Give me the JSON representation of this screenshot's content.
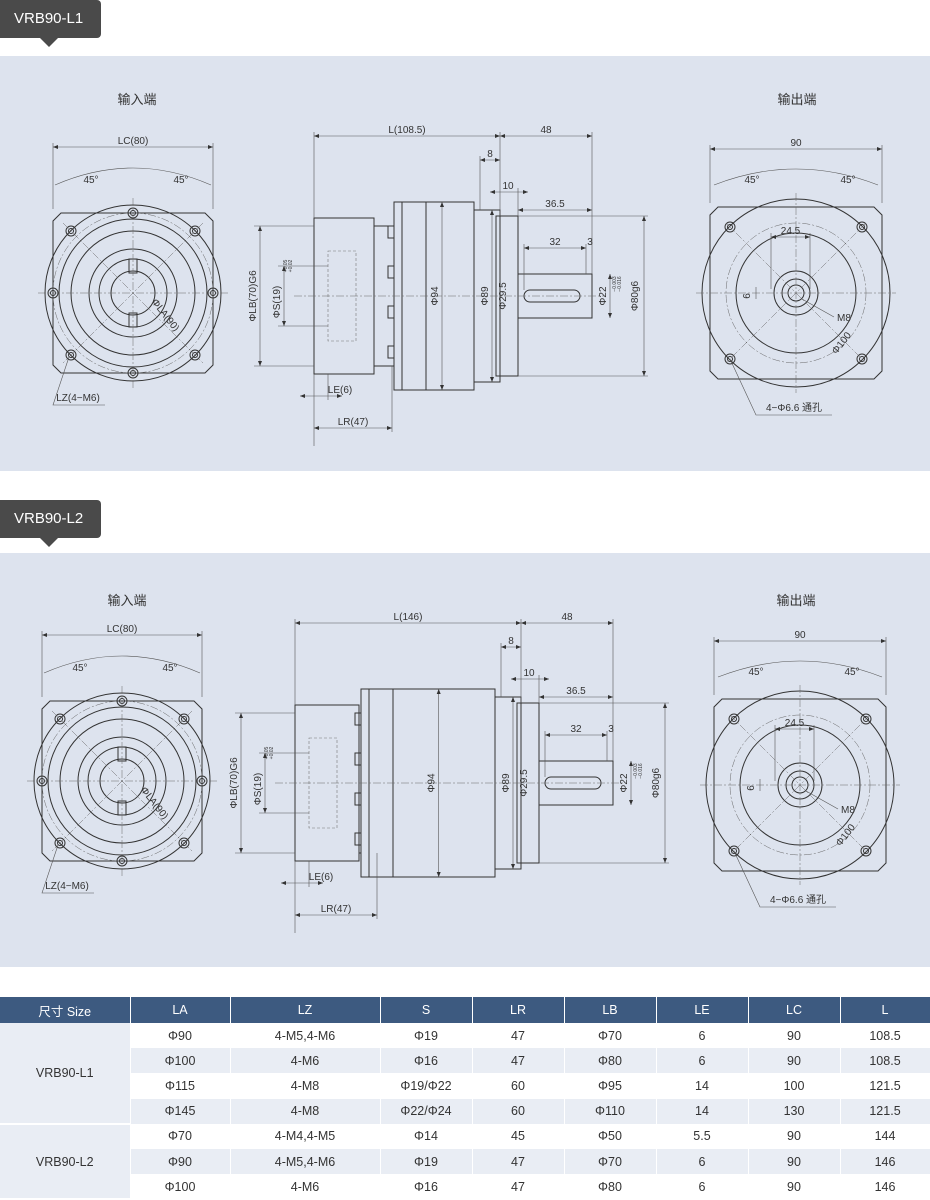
{
  "sections": [
    {
      "model": "VRB90-L1",
      "input_label": "输入端",
      "output_label": "输出端",
      "dims": {
        "lc": "LC(80)",
        "a45": "45°",
        "la": "ΦLA(90)",
        "lz": "LZ(4−M6)",
        "l": "L(108.5)",
        "d48": "48",
        "d8": "8",
        "d10": "10",
        "d365": "36.5",
        "d32": "32",
        "d3": "3",
        "d94": "Φ94",
        "d89": "Φ89",
        "d295": "Φ29.5",
        "d22": "Φ22",
        "d22tol_up": "−0.003",
        "d22tol_dn": "−0.016",
        "d80": "Φ80g6",
        "lb": "ΦLB(70)G6",
        "s": "ΦS(19)",
        "stol_up": "+0.05",
        "stol_dn": "+0.02",
        "le": "LE(6)",
        "lr": "LR(47)",
        "o90": "90",
        "o245": "24.5",
        "o6": "6",
        "om8": "M8",
        "o100": "Φ100",
        "ohole": "4−Φ6.6 通孔"
      }
    },
    {
      "model": "VRB90-L2",
      "input_label": "输入端",
      "output_label": "输出端",
      "dims": {
        "lc": "LC(80)",
        "a45": "45°",
        "la": "ΦLA(90)",
        "lz": "LZ(4−M6)",
        "l": "L(146)",
        "d48": "48",
        "d8": "8",
        "d10": "10",
        "d365": "36.5",
        "d32": "32",
        "d3": "3",
        "d94": "Φ94",
        "d89": "Φ89",
        "d295": "Φ29.5",
        "d22": "Φ22",
        "d22tol_up": "−0.003",
        "d22tol_dn": "−0.016",
        "d80": "Φ80g6",
        "lb": "ΦLB(70)G6",
        "s": "ΦS(19)",
        "stol_up": "+0.05",
        "stol_dn": "+0.02",
        "le": "LE(6)",
        "lr": "LR(47)",
        "o90": "90",
        "o245": "24.5",
        "o6": "6",
        "om8": "M8",
        "o100": "Φ100",
        "ohole": "4−Φ6.6 通孔"
      }
    }
  ],
  "table": {
    "headers": [
      "尺寸 Size",
      "LA",
      "LZ",
      "S",
      "LR",
      "LB",
      "LE",
      "LC",
      "L"
    ],
    "groups": [
      {
        "model": "VRB90-L1",
        "rows": [
          [
            "Φ90",
            "4-M5,4-M6",
            "Φ19",
            "47",
            "Φ70",
            "6",
            "90",
            "108.5"
          ],
          [
            "Φ100",
            "4-M6",
            "Φ16",
            "47",
            "Φ80",
            "6",
            "90",
            "108.5"
          ],
          [
            "Φ115",
            "4-M8",
            "Φ19/Φ22",
            "60",
            "Φ95",
            "14",
            "100",
            "121.5"
          ],
          [
            "Φ145",
            "4-M8",
            "Φ22/Φ24",
            "60",
            "Φ110",
            "14",
            "130",
            "121.5"
          ]
        ]
      },
      {
        "model": "VRB90-L2",
        "rows": [
          [
            "Φ70",
            "4-M4,4-M5",
            "Φ14",
            "45",
            "Φ50",
            "5.5",
            "90",
            "144"
          ],
          [
            "Φ90",
            "4-M5,4-M6",
            "Φ19",
            "47",
            "Φ70",
            "6",
            "90",
            "146"
          ],
          [
            "Φ100",
            "4-M6",
            "Φ16",
            "47",
            "Φ80",
            "6",
            "90",
            "146"
          ]
        ]
      }
    ]
  }
}
